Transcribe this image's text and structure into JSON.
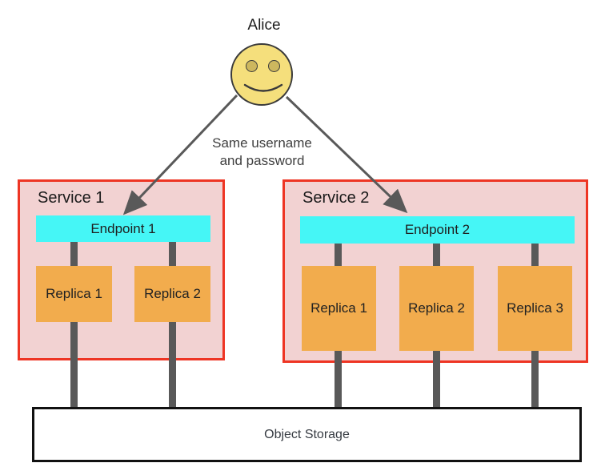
{
  "person": {
    "name": "Alice"
  },
  "annotation": {
    "line1": "Same username",
    "line2": "and password"
  },
  "services": [
    {
      "name": "Service 1",
      "endpoint": "Endpoint 1",
      "replicas": [
        "Replica 1",
        "Replica 2"
      ]
    },
    {
      "name": "Service 2",
      "endpoint": "Endpoint 2",
      "replicas": [
        "Replica 1",
        "Replica 2",
        "Replica 3"
      ]
    }
  ],
  "storage": {
    "label": "Object Storage"
  },
  "colors": {
    "service_fill": "#f2d2d2",
    "service_border": "#ee3524",
    "endpoint_fill": "#45f6f6",
    "replica_fill": "#f2ac4d",
    "connector_gray": "#595959",
    "face_yellow": "#f5df7c",
    "storage_border": "#111111"
  }
}
